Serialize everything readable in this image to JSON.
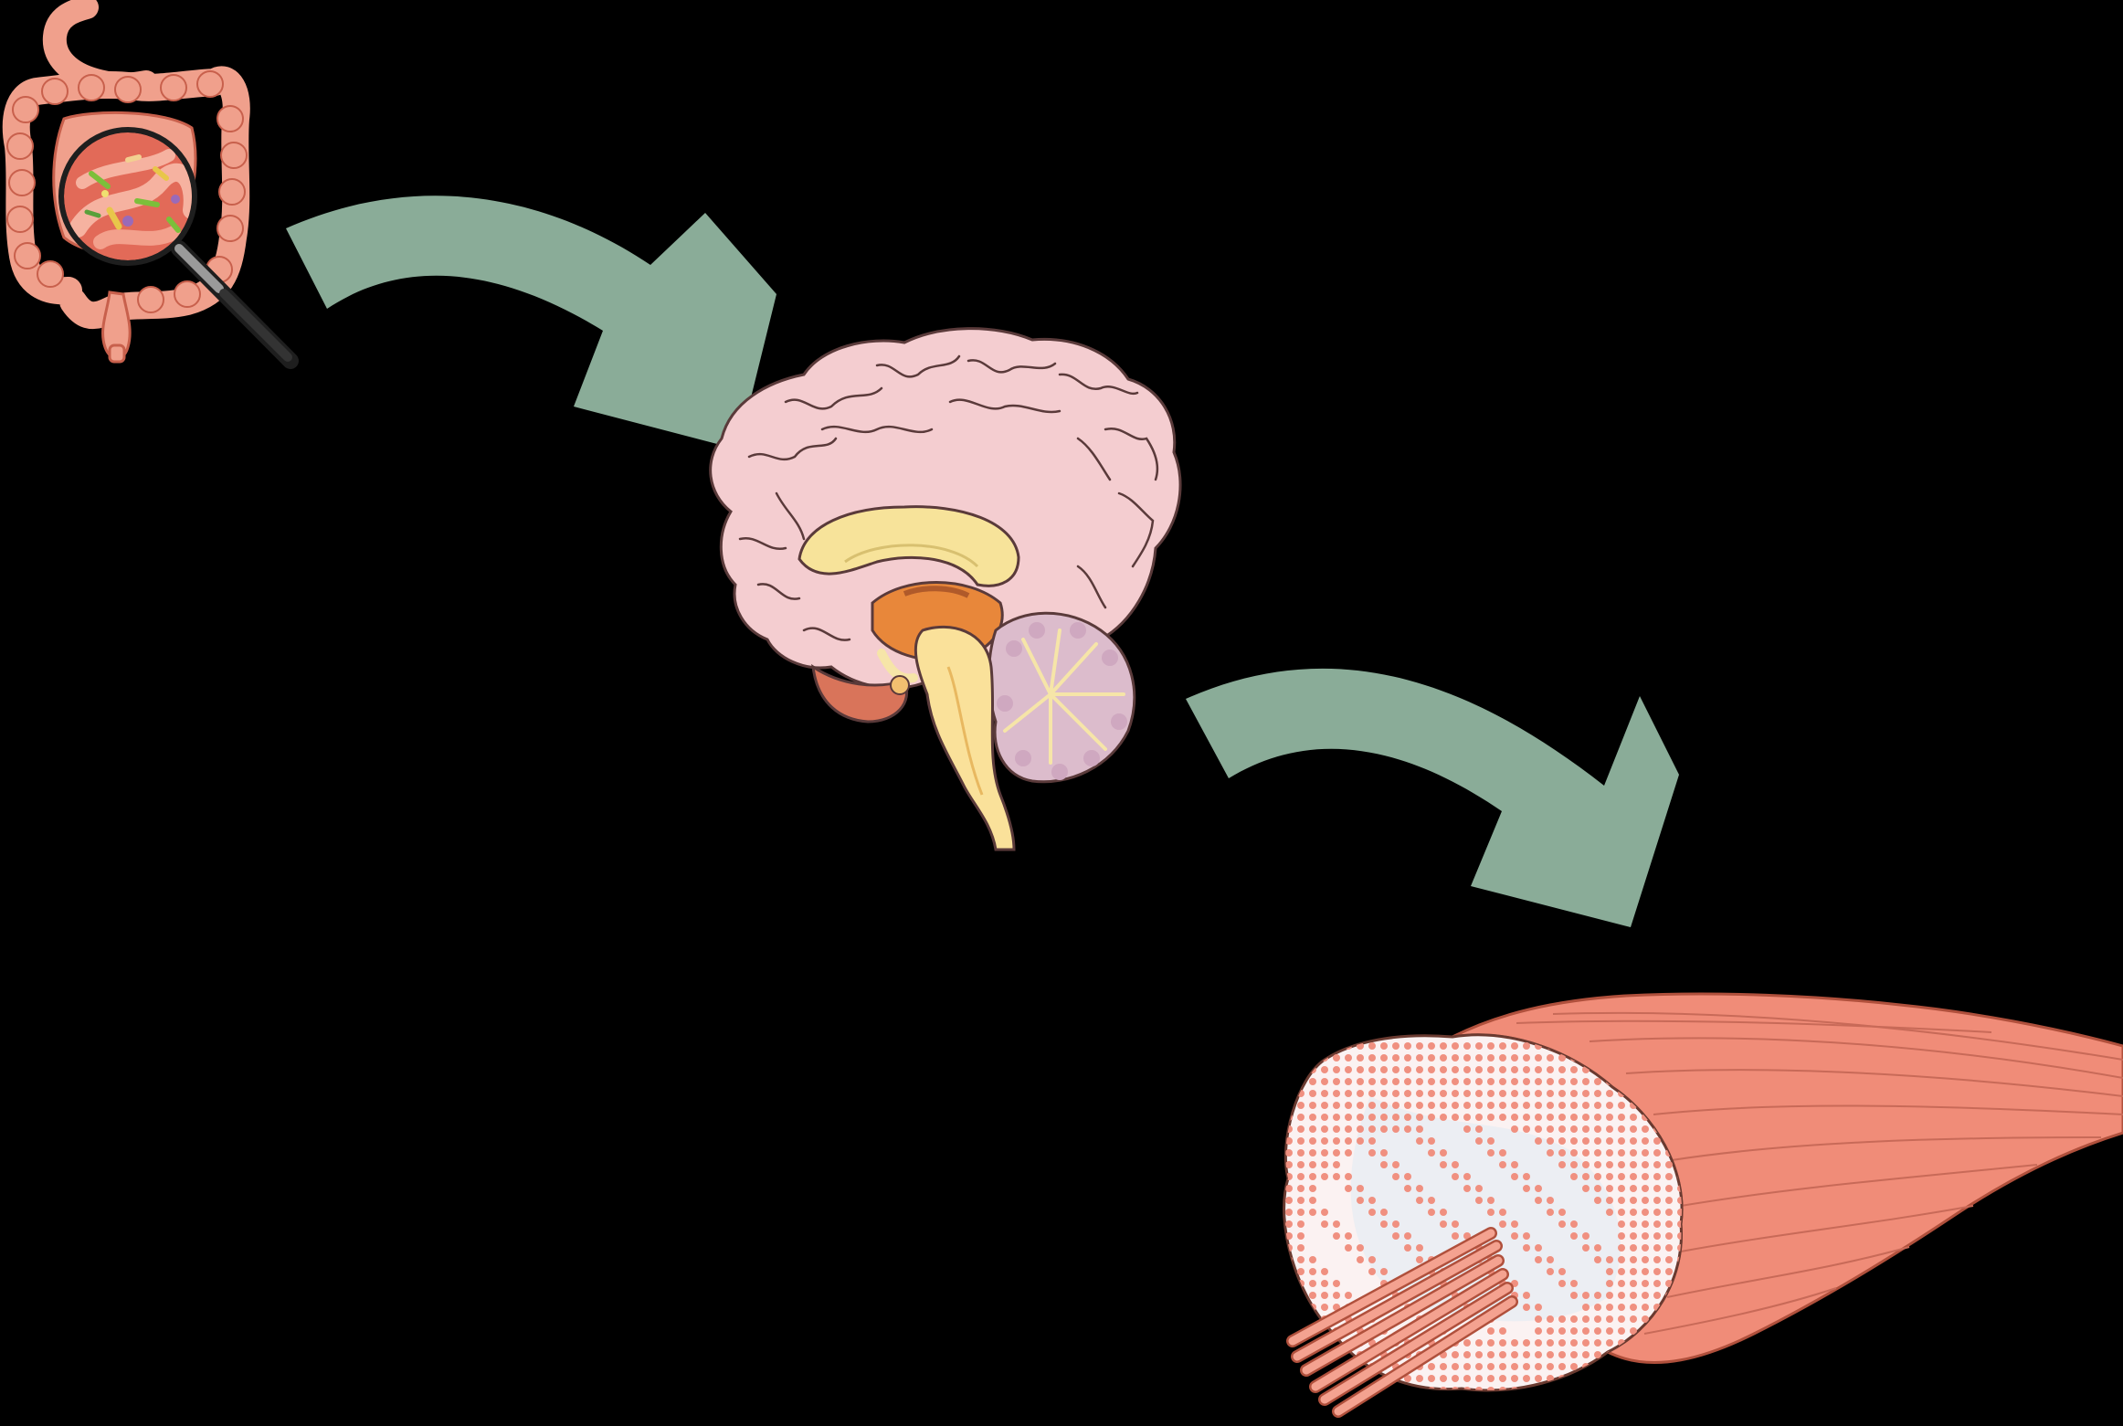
{
  "background_color": "#000000",
  "colors": {
    "arrow": "#8aac98",
    "intestine": "#f0a08c",
    "intestine_dark": "#c8604c",
    "brain_cortex": "#f4cdd0",
    "brain_outline": "#5a3a3a",
    "corpus_callosum": "#f7e39a",
    "thalamus": "#e8873a",
    "brainstem": "#fae19a",
    "cerebellum": "#dcbccc",
    "muscle": "#f08c78",
    "muscle_dark": "#b0503c",
    "muscle_section": "#fbeeee",
    "fiber_dot": "#f09080",
    "magnifier_handle": "#2a2a2a"
  },
  "nodes": [
    {
      "id": "gut",
      "icon": "intestine-with-magnifier-icon"
    },
    {
      "id": "brain",
      "icon": "brain-sagittal-section-icon"
    },
    {
      "id": "muscle",
      "icon": "skeletal-muscle-cross-section-icon"
    }
  ],
  "edges": [
    {
      "from": "gut",
      "to": "brain",
      "icon": "curved-arrow-icon"
    },
    {
      "from": "brain",
      "to": "muscle",
      "icon": "curved-arrow-icon"
    }
  ]
}
